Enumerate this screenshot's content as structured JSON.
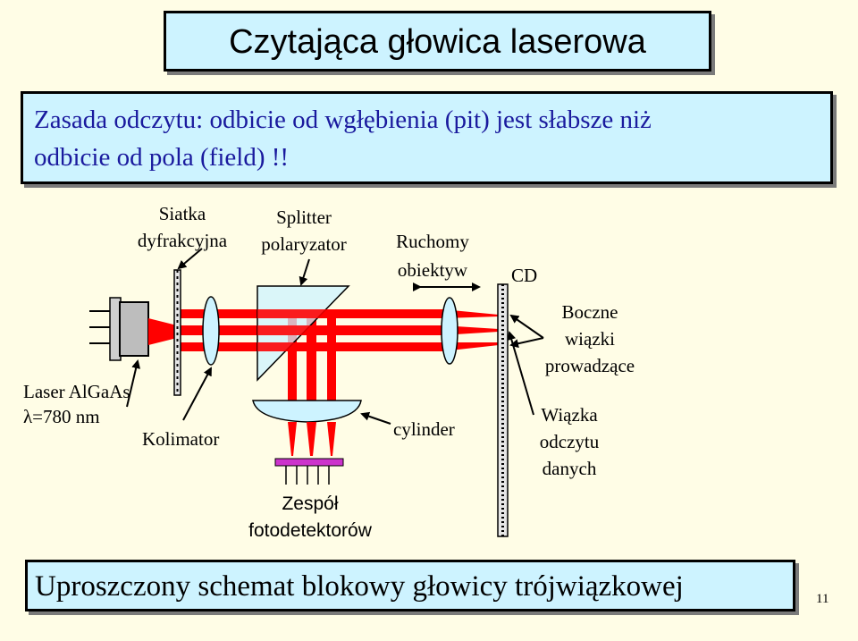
{
  "title": "Czytająca głowica laserowa",
  "principle": {
    "line1": "Zasada odczytu: odbicie od wgłębienia (pit) jest słabsze niż",
    "line2": "odbicie od pola (field) !!"
  },
  "labels": {
    "grating_l1": "Siatka",
    "grating_l2": "dyfrakcyjna",
    "splitter_l1": "Splitter",
    "splitter_l2": "polaryzator",
    "objective_l1": "Ruchomy",
    "objective_l2": "obiektyw",
    "cd": "CD",
    "side_l1": "Boczne",
    "side_l2": "wiązki",
    "side_l3": "prowadzące",
    "laser_l1": "Laser AlGaAs",
    "laser_l2": "λ=780 nm",
    "collimator": "Kolimator",
    "cylinder": "cylinder",
    "read_l1": "Wiązka",
    "read_l2": "odczytu",
    "read_l3": "danych",
    "detector_l1": "Zespół",
    "detector_l2": "fotodetektorów"
  },
  "footer": "Uproszczony schemat blokowy głowicy trójwiązkowej",
  "page_number": "11",
  "colors": {
    "background": "#fffde6",
    "box_fill": "#cdf3ff",
    "beam": "#ff0000",
    "principle_text": "#1a1a9e",
    "detector": "#cc33cc"
  }
}
